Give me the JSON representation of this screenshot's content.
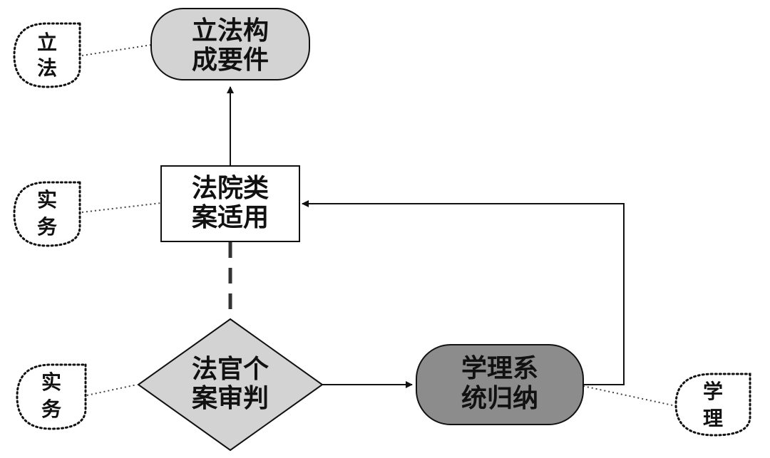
{
  "nodes": {
    "legislation": {
      "line1": "立法构",
      "line2": "成要件"
    },
    "court_cases": {
      "line1": "法院类",
      "line2": "案适用"
    },
    "judge_ruling": {
      "line1": "法官个",
      "line2": "案审判"
    },
    "doctrine": {
      "line1": "学理系",
      "line2": "统归纳"
    }
  },
  "notes": {
    "legislation_note": {
      "line1": "立",
      "line2": "法"
    },
    "court_cases_note": {
      "line1": "实",
      "line2": "务"
    },
    "judge_ruling_note": {
      "line1": "实",
      "line2": "务"
    },
    "doctrine_note": {
      "line1": "学",
      "line2": "理"
    }
  },
  "colors": {
    "legislation_fill": "#d3d3d3",
    "court_cases_fill": "#ffffff",
    "judge_ruling_fill": "#d3d3d3",
    "doctrine_fill": "#8c8c8c",
    "stroke": "#111111"
  }
}
